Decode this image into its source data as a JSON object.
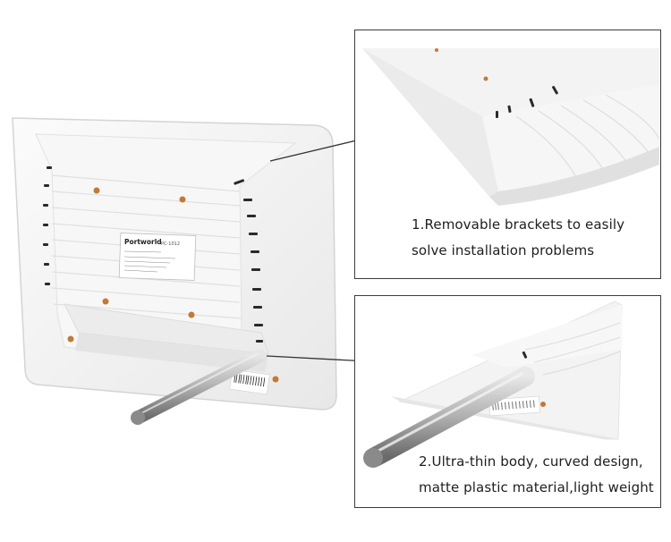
{
  "product_label": {
    "brand": "Portworld",
    "model": "PC-1012"
  },
  "callouts": [
    {
      "lines": [
        "1.Removable brackets to easily",
        "solve installation problems"
      ]
    },
    {
      "lines": [
        "2.Ultra-thin body, curved design,",
        "matte plastic material,light weight"
      ]
    }
  ],
  "colors": {
    "panel_body": "#f4f4f4",
    "panel_shadow": "#d9d9d9",
    "vent_slots": "#2a2a2a",
    "screw_holes": "#c07a3a",
    "stand_rod": "#9a9a9a",
    "box_border": "#3c3c3c"
  }
}
